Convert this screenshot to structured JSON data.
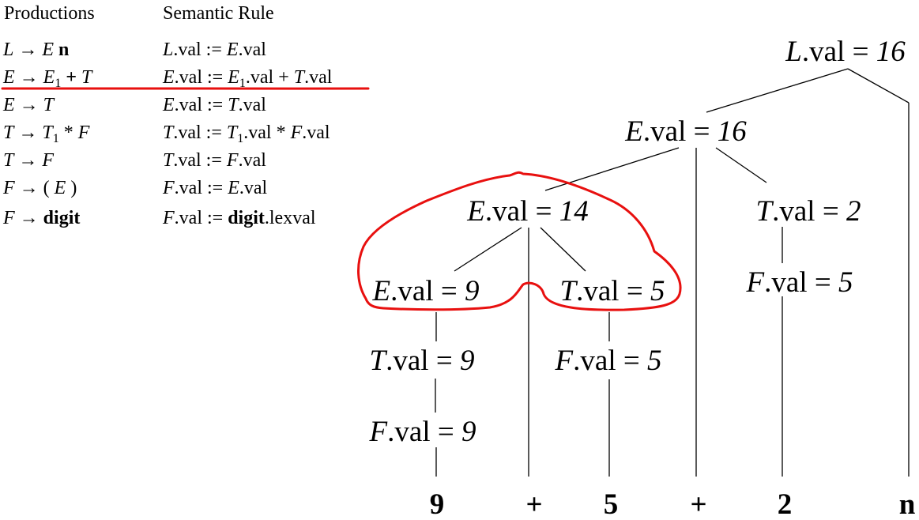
{
  "headers": {
    "productions": "Productions",
    "semantic_rule": "Semantic Rule"
  },
  "grammar": [
    {
      "production": [
        {
          "t": "L",
          "i": true
        },
        {
          "t": " → "
        },
        {
          "t": "E",
          "i": true
        },
        {
          "t": " "
        },
        {
          "t": "n",
          "b": true
        }
      ],
      "rule": [
        {
          "t": "L",
          "i": true
        },
        {
          "t": ".val := "
        },
        {
          "t": "E",
          "i": true
        },
        {
          "t": ".val"
        }
      ]
    },
    {
      "production": [
        {
          "t": "E",
          "i": true
        },
        {
          "t": " → "
        },
        {
          "t": "E",
          "i": true
        },
        {
          "t": "1",
          "sub": true
        },
        {
          "t": " "
        },
        {
          "t": "+",
          "b": true
        },
        {
          "t": " "
        },
        {
          "t": "T",
          "i": true
        }
      ],
      "rule": [
        {
          "t": "E",
          "i": true
        },
        {
          "t": ".val := "
        },
        {
          "t": "E",
          "i": true
        },
        {
          "t": "1",
          "sub": true
        },
        {
          "t": ".val + "
        },
        {
          "t": "T",
          "i": true
        },
        {
          "t": ".val"
        }
      ]
    },
    {
      "production": [
        {
          "t": "E",
          "i": true
        },
        {
          "t": " → "
        },
        {
          "t": "T",
          "i": true
        }
      ],
      "rule": [
        {
          "t": "E",
          "i": true
        },
        {
          "t": ".val := "
        },
        {
          "t": "T",
          "i": true
        },
        {
          "t": ".val"
        }
      ]
    },
    {
      "production": [
        {
          "t": "T",
          "i": true
        },
        {
          "t": " → "
        },
        {
          "t": "T",
          "i": true
        },
        {
          "t": "1",
          "sub": true
        },
        {
          "t": " * "
        },
        {
          "t": "F",
          "i": true
        }
      ],
      "rule": [
        {
          "t": "T",
          "i": true
        },
        {
          "t": ".val := "
        },
        {
          "t": "T",
          "i": true
        },
        {
          "t": "1",
          "sub": true
        },
        {
          "t": ".val * "
        },
        {
          "t": "F",
          "i": true
        },
        {
          "t": ".val"
        }
      ]
    },
    {
      "production": [
        {
          "t": "T",
          "i": true
        },
        {
          "t": " → "
        },
        {
          "t": "F",
          "i": true
        }
      ],
      "rule": [
        {
          "t": "T",
          "i": true
        },
        {
          "t": ".val := "
        },
        {
          "t": "F",
          "i": true
        },
        {
          "t": ".val"
        }
      ]
    },
    {
      "production": [
        {
          "t": "F",
          "i": true
        },
        {
          "t": " → ( "
        },
        {
          "t": "E",
          "i": true
        },
        {
          "t": " )"
        }
      ],
      "rule": [
        {
          "t": "F",
          "i": true
        },
        {
          "t": ".val := "
        },
        {
          "t": "E",
          "i": true
        },
        {
          "t": ".val"
        }
      ]
    },
    {
      "production": [
        {
          "t": "F",
          "i": true
        },
        {
          "t": " → "
        },
        {
          "t": "digit",
          "b": true
        }
      ],
      "rule": [
        {
          "t": "F",
          "i": true
        },
        {
          "t": ".val := "
        },
        {
          "t": "digit",
          "b": true
        },
        {
          "t": ".lexval"
        }
      ]
    }
  ],
  "tree": {
    "nodes": [
      {
        "id": "L",
        "symbol": "L",
        "attr": ".val = ",
        "value": "16"
      },
      {
        "id": "E_top",
        "symbol": "E",
        "attr": ".val = ",
        "value": "16"
      },
      {
        "id": "E_mid",
        "symbol": "E",
        "attr": ".val = ",
        "value": "14"
      },
      {
        "id": "T_right",
        "symbol": "T",
        "attr": ".val = ",
        "value": "2"
      },
      {
        "id": "F_right",
        "symbol": "F",
        "attr": ".val = ",
        "value": "5"
      },
      {
        "id": "E_low",
        "symbol": "E",
        "attr": ".val = ",
        "value": "9"
      },
      {
        "id": "T_mid5",
        "symbol": "T",
        "attr": ".val = ",
        "value": "5"
      },
      {
        "id": "T_low9",
        "symbol": "T",
        "attr": ".val = ",
        "value": "9"
      },
      {
        "id": "F_mid5",
        "symbol": "F",
        "attr": ".val = ",
        "value": "5"
      },
      {
        "id": "F_low9",
        "symbol": "F",
        "attr": ".val = ",
        "value": "9"
      }
    ],
    "leaves": [
      {
        "id": "leaf_9",
        "text": "9"
      },
      {
        "id": "leaf_plus1",
        "text": "+"
      },
      {
        "id": "leaf_5",
        "text": "5"
      },
      {
        "id": "leaf_plus2",
        "text": "+"
      },
      {
        "id": "leaf_2",
        "text": "2"
      },
      {
        "id": "leaf_n",
        "text": "n"
      }
    ]
  },
  "colors": {
    "annotation": "#e8100f",
    "ink": "#000000"
  }
}
